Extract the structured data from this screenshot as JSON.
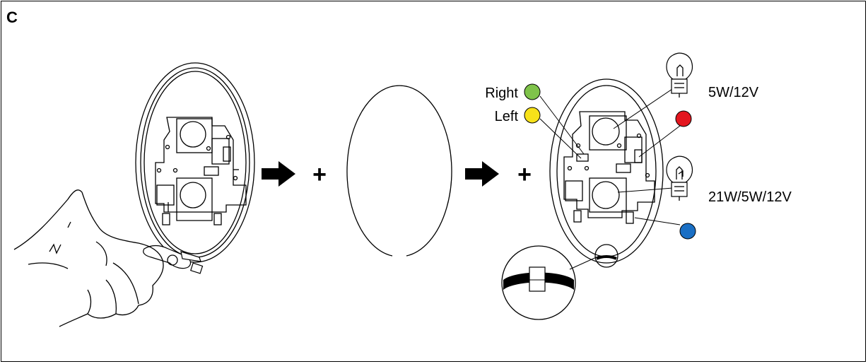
{
  "panel_label": "C",
  "labels": {
    "right": "Right",
    "left": "Left",
    "bulb_top": "5W/12V",
    "bulb_bottom": "21W/5W/12V"
  },
  "colors": {
    "right_dot": "#7fc34a",
    "left_dot": "#f7e21a",
    "red_dot": "#e3161f",
    "blue_dot": "#1a6fc4"
  },
  "operators": [
    "+",
    "+"
  ]
}
